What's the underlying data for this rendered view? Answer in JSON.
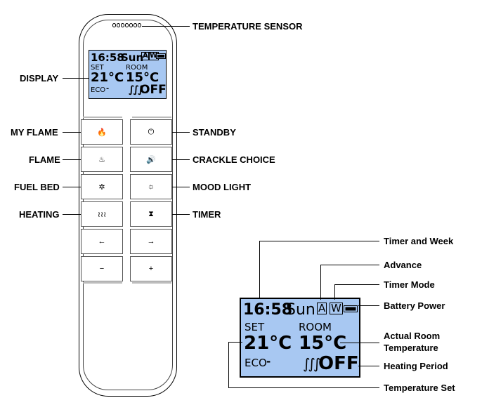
{
  "remote_labels": {
    "temperature_sensor": "TEMPERATURE SENSOR",
    "display": "DISPLAY",
    "my_flame": "MY FLAME",
    "flame": "FLAME",
    "fuel_bed": "FUEL BED",
    "heating": "HEATING",
    "standby": "STANDBY",
    "crackle_choice": "CRACKLE CHOICE",
    "mood_light": "MOOD LIGHT",
    "timer": "TIMER"
  },
  "display": {
    "time": "16:58",
    "day": "Sun",
    "advance_flag": "A",
    "timer_mode_flag": "W",
    "set_label": "SET",
    "room_label": "ROOM",
    "set_temp": "21°C",
    "room_temp": "15°C",
    "eco": "ECO",
    "heating_period": "OFF"
  },
  "buttons": {
    "my_flame_icon": "flame-icon",
    "flame_icon": "flame-outline-icon",
    "fuel_bed_icon": "fuel-bed-icon",
    "heating_icon": "heat-waves-icon",
    "standby_icon": "power-icon",
    "crackle_icon": "speaker-icon",
    "mood_light_icon": "mood-light-icon",
    "timer_icon": "hourglass-icon",
    "left_arrow": "←",
    "right_arrow": "→",
    "minus": "−",
    "plus": "+"
  },
  "callouts": {
    "timer_and_week": "Timer and Week",
    "advance": "Advance",
    "timer_mode": "Timer Mode",
    "battery_power": "Battery Power",
    "actual_room_temperature_line1": "Actual Room",
    "actual_room_temperature_line2": "Temperature",
    "heating_period": "Heating Period",
    "temperature_set": "Temperature Set"
  },
  "colors": {
    "lcd": "#a8c8f2"
  }
}
